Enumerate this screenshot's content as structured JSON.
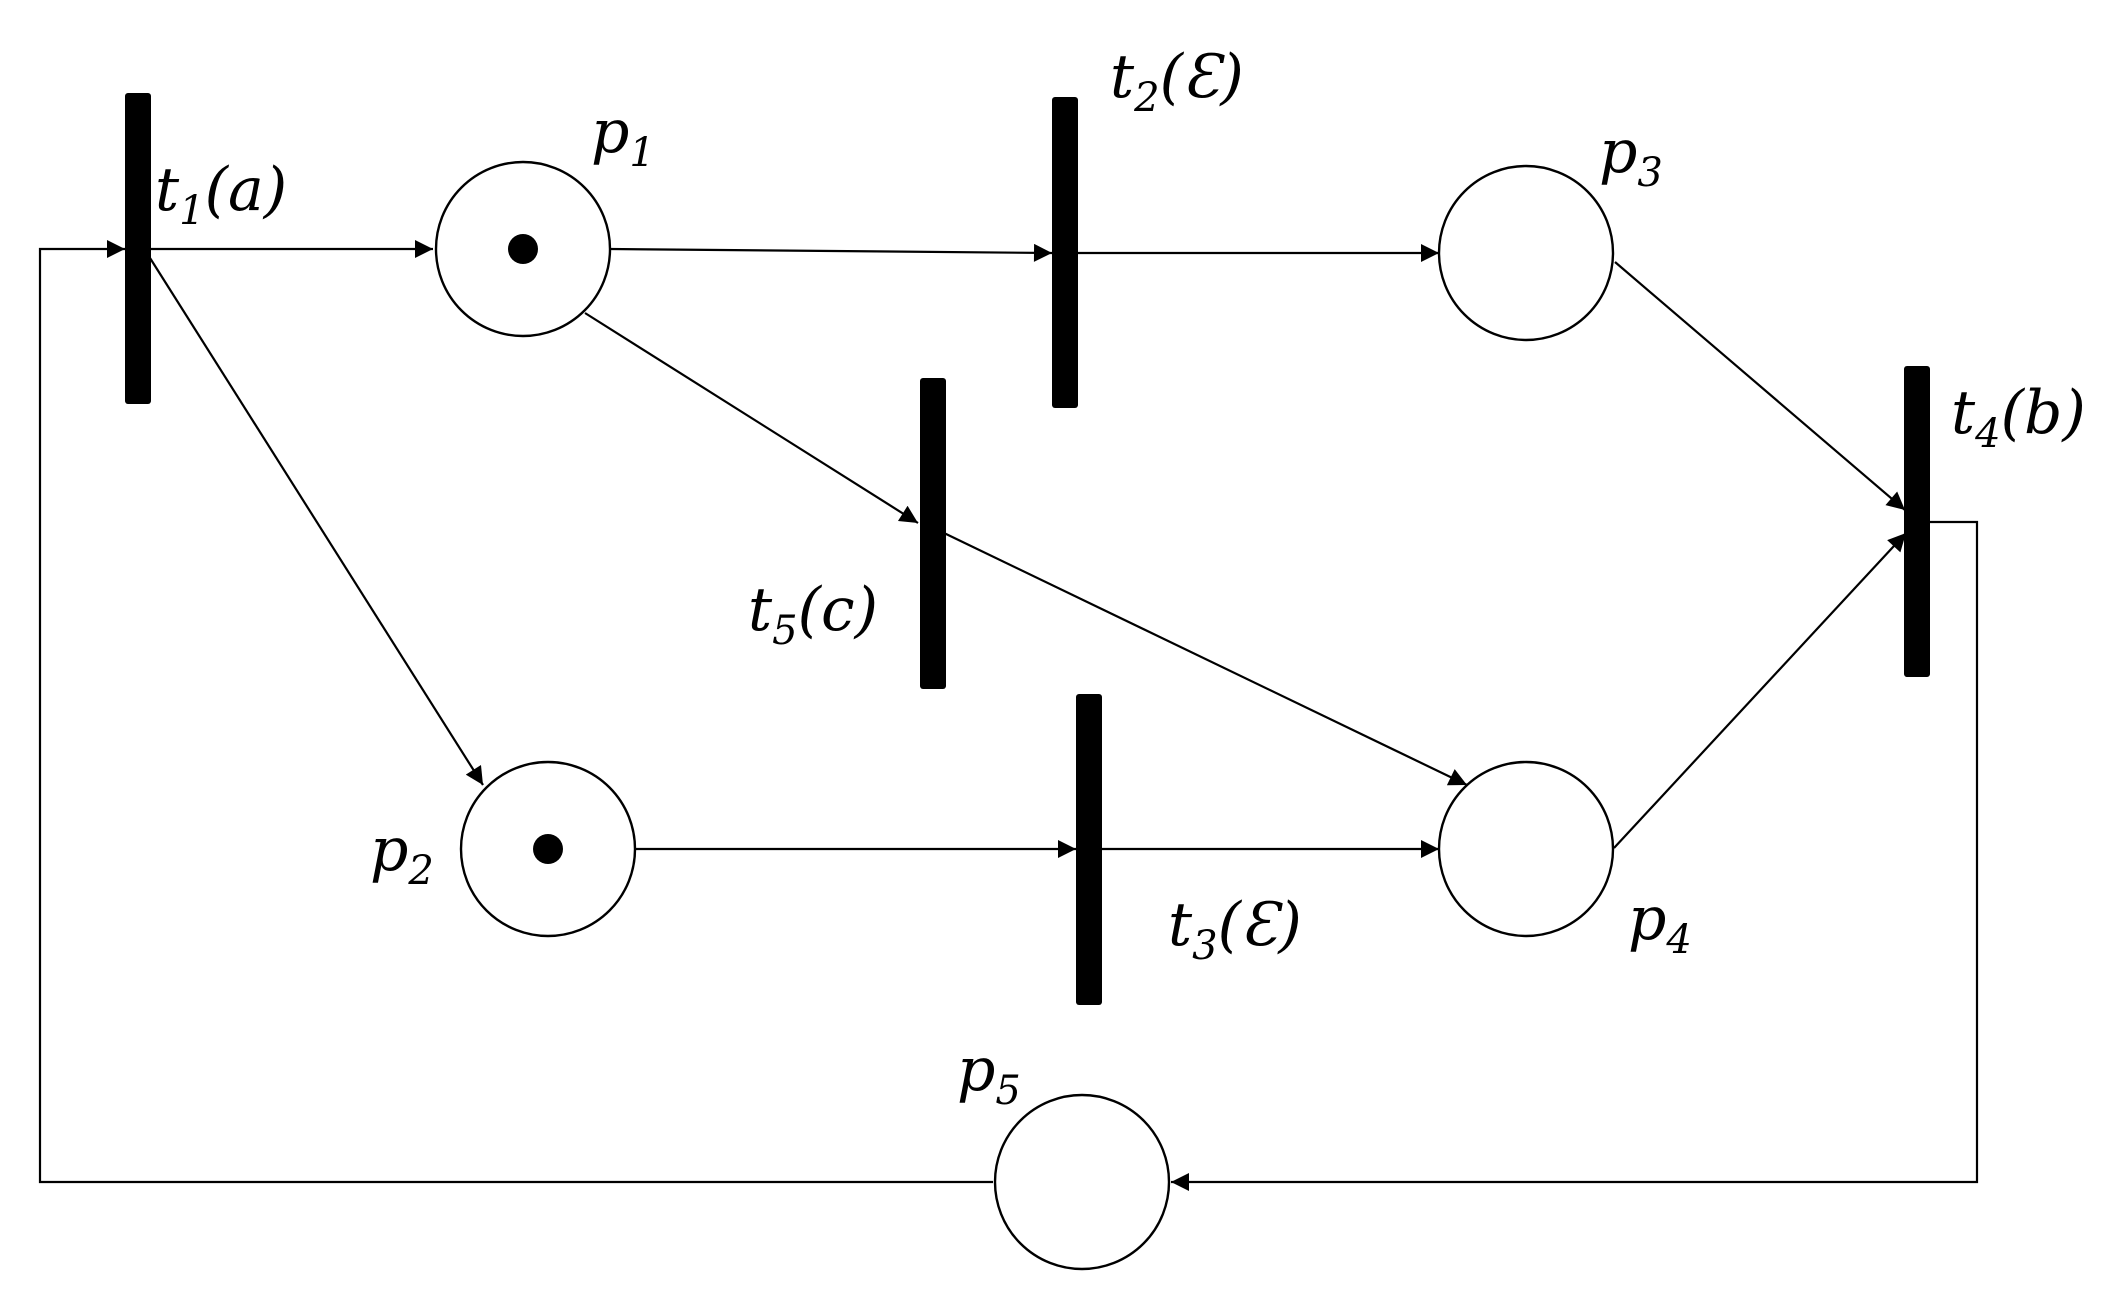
{
  "places": [
    {
      "id": "p1",
      "name": "p",
      "sub": "1",
      "tokens": 1
    },
    {
      "id": "p2",
      "name": "p",
      "sub": "2",
      "tokens": 1
    },
    {
      "id": "p3",
      "name": "p",
      "sub": "3",
      "tokens": 0
    },
    {
      "id": "p4",
      "name": "p",
      "sub": "4",
      "tokens": 0
    },
    {
      "id": "p5",
      "name": "p",
      "sub": "5",
      "tokens": 0
    }
  ],
  "transitions": [
    {
      "id": "t1",
      "name": "t",
      "sub": "1",
      "event": "(a)"
    },
    {
      "id": "t2",
      "name": "t",
      "sub": "2",
      "event": "(Ɛ)"
    },
    {
      "id": "t3",
      "name": "t",
      "sub": "3",
      "event": "(Ɛ)"
    },
    {
      "id": "t4",
      "name": "t",
      "sub": "4",
      "event": "(b)"
    },
    {
      "id": "t5",
      "name": "t",
      "sub": "5",
      "event": "(c)"
    }
  ],
  "arcs": [
    {
      "from": "t1",
      "to": "p1"
    },
    {
      "from": "t1",
      "to": "p2"
    },
    {
      "from": "p1",
      "to": "t2"
    },
    {
      "from": "p1",
      "to": "t5"
    },
    {
      "from": "t2",
      "to": "p3"
    },
    {
      "from": "p2",
      "to": "t3"
    },
    {
      "from": "t3",
      "to": "p4"
    },
    {
      "from": "t5",
      "to": "p4"
    },
    {
      "from": "p3",
      "to": "t4"
    },
    {
      "from": "p4",
      "to": "t4"
    },
    {
      "from": "t4",
      "to": "p5"
    },
    {
      "from": "p5",
      "to": "t1"
    }
  ]
}
